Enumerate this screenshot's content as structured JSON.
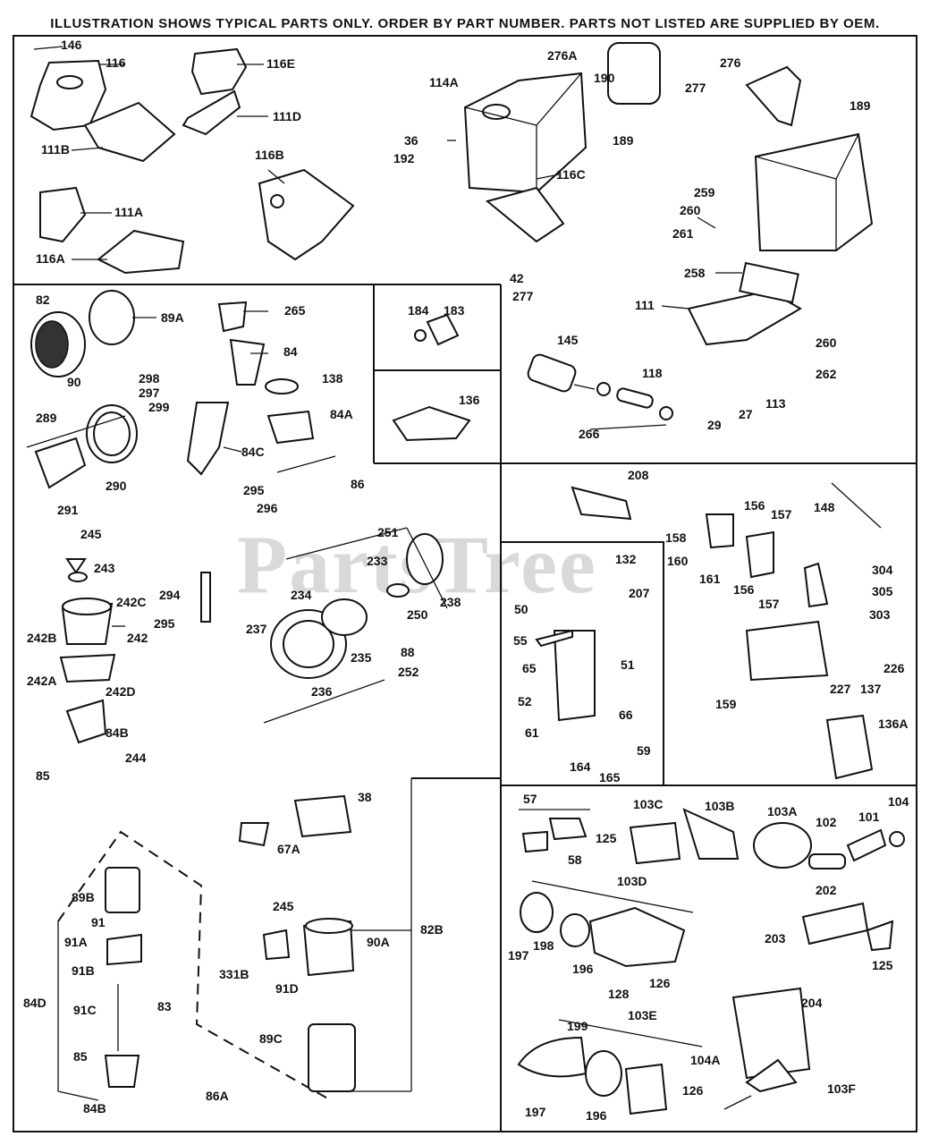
{
  "header": "ILLUSTRATION SHOWS TYPICAL PARTS ONLY. ORDER BY PART NUMBER. PARTS NOT LISTED ARE SUPPLIED BY OEM.",
  "watermark": "PartsTree",
  "labels": {
    "p146": "146",
    "p116": "116",
    "p116E": "116E",
    "p111D": "111D",
    "p111B": "111B",
    "p116B": "116B",
    "p111A": "111A",
    "p116A": "116A",
    "p114A": "114A",
    "p276A": "276A",
    "p190": "190",
    "p276": "276",
    "p277a": "277",
    "p189a": "189",
    "p189b": "189",
    "p36": "36",
    "p192": "192",
    "p116C": "116C",
    "p42": "42",
    "p277b": "277",
    "p259": "259",
    "p260a": "260",
    "p261": "261",
    "p258": "258",
    "p111": "111",
    "p260b": "260",
    "p262": "262",
    "p113": "113",
    "p29": "29",
    "p27": "27",
    "p82": "82",
    "p89A": "89A",
    "p90": "90",
    "p265": "265",
    "p84": "84",
    "p298": "298",
    "p297": "297",
    "p299": "299",
    "p138": "138",
    "p84A": "84A",
    "p289": "289",
    "p290": "290",
    "p291": "291",
    "p84C": "84C",
    "p86": "86",
    "p295a": "295",
    "p296": "296",
    "p184": "184",
    "p183": "183",
    "p136": "136",
    "p145": "145",
    "p118": "118",
    "p266": "266",
    "p245a": "245",
    "p243": "243",
    "p242C": "242C",
    "p242": "242",
    "p242B": "242B",
    "p242A": "242A",
    "p242D": "242D",
    "p84B": "84B",
    "p85a": "85",
    "p244": "244",
    "p294": "294",
    "p295b": "295",
    "p251": "251",
    "p233": "233",
    "p234": "234",
    "p238": "238",
    "p250": "250",
    "p88": "88",
    "p237": "237",
    "p236": "236",
    "p235": "235",
    "p252": "252",
    "p208": "208",
    "p148": "148",
    "p158": "158",
    "p156a": "156",
    "p157a": "157",
    "p160": "160",
    "p161": "161",
    "p156b": "156",
    "p157b": "157",
    "p304": "304",
    "p305": "305",
    "p303": "303",
    "p226": "226",
    "p227": "227",
    "p137": "137",
    "p159": "159",
    "p136A": "136A",
    "p132": "132",
    "p207": "207",
    "p50": "50",
    "p55": "55",
    "p65": "65",
    "p51": "51",
    "p52": "52",
    "p66": "66",
    "p61": "61",
    "p59": "59",
    "p164": "164",
    "p165": "165",
    "p38": "38",
    "p67A": "67A",
    "p82B": "82B",
    "p245b": "245",
    "p90A": "90A",
    "p331B": "331B",
    "p91D": "91D",
    "p89C": "89C",
    "p89B": "89B",
    "p91": "91",
    "p91A": "91A",
    "p91B": "91B",
    "p84D": "84D",
    "p91C": "91C",
    "p83": "83",
    "p85b": "85",
    "p86A": "86A",
    "p84Bb": "84B",
    "p57": "57",
    "p125a": "125",
    "p58": "58",
    "p103C": "103C",
    "p103B": "103B",
    "p103A": "103A",
    "p102": "102",
    "p101": "101",
    "p104": "104",
    "p103D": "103D",
    "p202": "202",
    "p197a": "197",
    "p198": "198",
    "p196a": "196",
    "p128": "128",
    "p126a": "126",
    "p203": "203",
    "p204": "204",
    "p125b": "125",
    "p199": "199",
    "p103E": "103E",
    "p104A": "104A",
    "p126b": "126",
    "p103F": "103F",
    "p197b": "197",
    "p196b": "196"
  }
}
